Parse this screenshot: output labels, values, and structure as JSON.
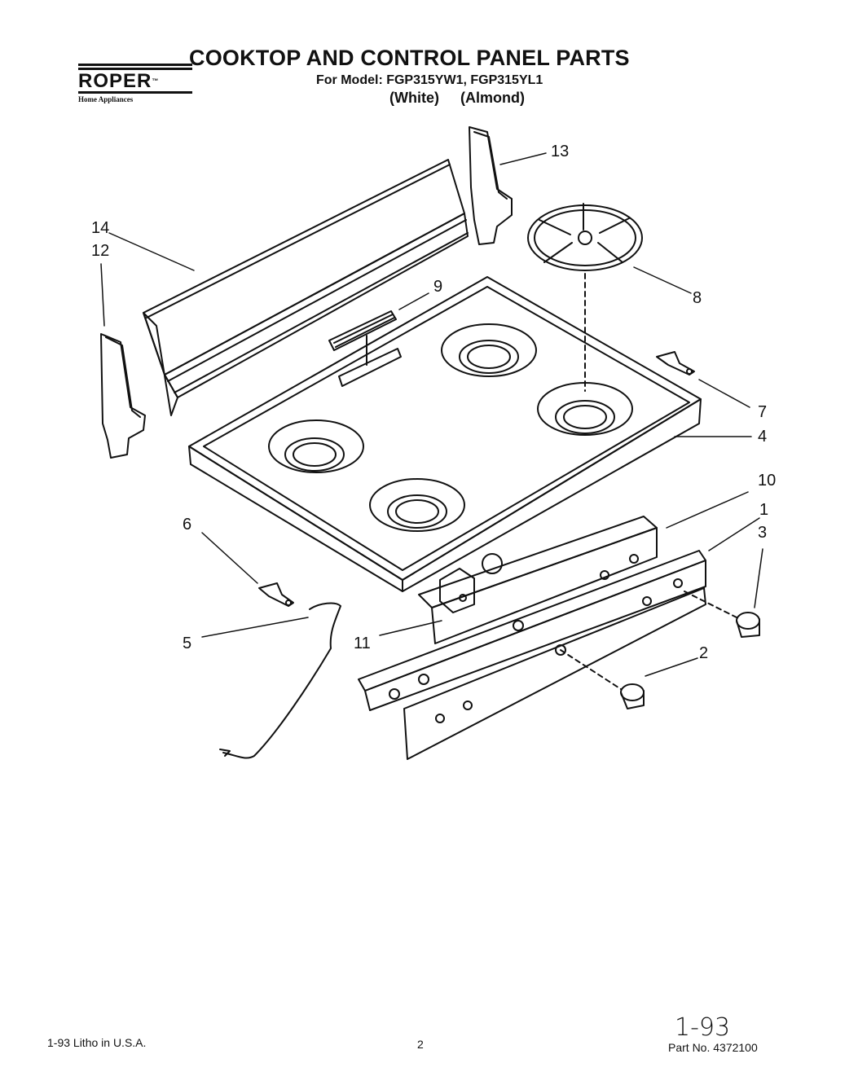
{
  "logo": {
    "brand": "ROPER",
    "tm": "™",
    "tagline": "Home Appliances"
  },
  "header": {
    "title": "COOKTOP AND CONTROL PANEL PARTS",
    "model_line": "For Model: FGP315YW1, FGP315YL1",
    "color_white": "(White)",
    "color_almond": "(Almond)"
  },
  "callouts": {
    "c1": "1",
    "c2": "2",
    "c3": "3",
    "c4": "4",
    "c5": "5",
    "c6": "6",
    "c7": "7",
    "c8": "8",
    "c9": "9",
    "c10": "10",
    "c11": "11",
    "c12": "12",
    "c13": "13",
    "c14": "14"
  },
  "footer": {
    "litho": "1-93  Litho in U.S.A.",
    "page": "2",
    "handwritten": "1-93",
    "part_no": "Part No. 4372100"
  }
}
